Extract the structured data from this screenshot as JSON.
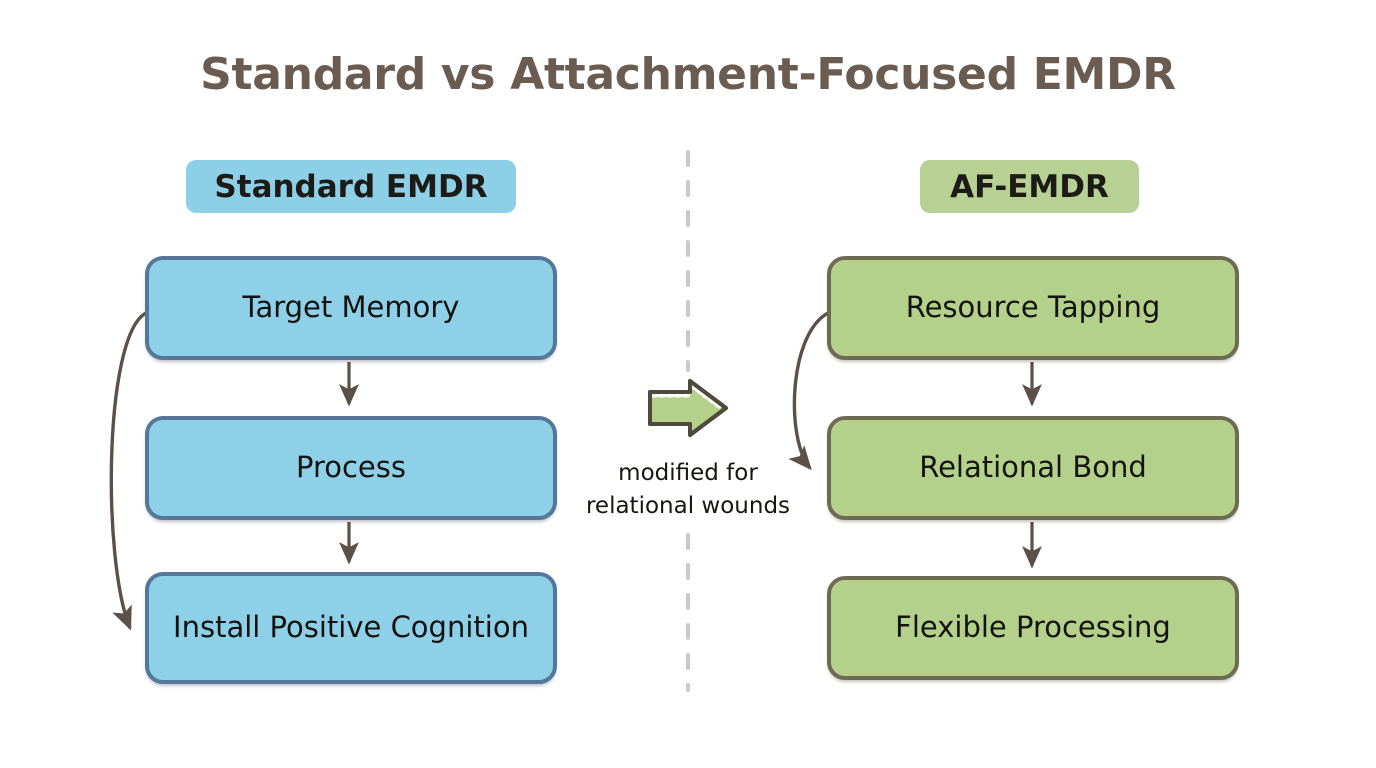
{
  "page": {
    "title": "Standard vs Attachment-Focused EMDR",
    "background": "#ffffff",
    "title_color": "#6b5c52"
  },
  "divider": {
    "name": "vertical-dashed-divider",
    "style": "dashed",
    "color": "#c9c9c9"
  },
  "columns": [
    {
      "id": "standard",
      "badge": "Standard EMDR",
      "badge_color": "#8ecfe8",
      "node_fill": "#8ed0e8",
      "node_border": "#55789a",
      "nodes": [
        {
          "id": "target-memory",
          "label": "Target Memory"
        },
        {
          "id": "process",
          "label": "Process"
        },
        {
          "id": "install-positive-cognition",
          "label": "Install Positive\nCognition",
          "line1": "Install Positive",
          "line2": "Cognition"
        }
      ]
    },
    {
      "id": "af-emdr",
      "badge": "AF-EMDR",
      "badge_color": "#b7d093",
      "node_fill": "#b4d18c",
      "node_border": "#6d6c52",
      "nodes": [
        {
          "id": "resource-tapping",
          "label": "Resource Tapping"
        },
        {
          "id": "relational-bond",
          "label": "Relational Bond"
        },
        {
          "id": "flexible-processing",
          "label": "Flexible Processing"
        }
      ]
    }
  ],
  "transition": {
    "icon": "right-block-arrow-icon",
    "icon_fill": "#b4d18c",
    "icon_stroke": "#4f4a3d",
    "caption_line1": "modified for",
    "caption_line2": "relational wounds"
  },
  "connectors": {
    "color": "#5b5148",
    "arrows": [
      {
        "id": "left-target-to-process",
        "from": "target-memory",
        "to": "process",
        "kind": "straight-down"
      },
      {
        "id": "left-process-to-install",
        "from": "process",
        "to": "install-positive-cognition",
        "kind": "straight-down"
      },
      {
        "id": "left-feedback-loop",
        "from": "target-memory",
        "to": "install-positive-cognition",
        "kind": "curved-left"
      },
      {
        "id": "right-resource-to-bond-curve",
        "from": "resource-tapping",
        "to": "relational-bond",
        "kind": "curved-left"
      },
      {
        "id": "right-resource-to-bond",
        "from": "resource-tapping",
        "to": "relational-bond",
        "kind": "straight-down"
      },
      {
        "id": "right-bond-to-flexible",
        "from": "relational-bond",
        "to": "flexible-processing",
        "kind": "straight-down"
      }
    ]
  }
}
